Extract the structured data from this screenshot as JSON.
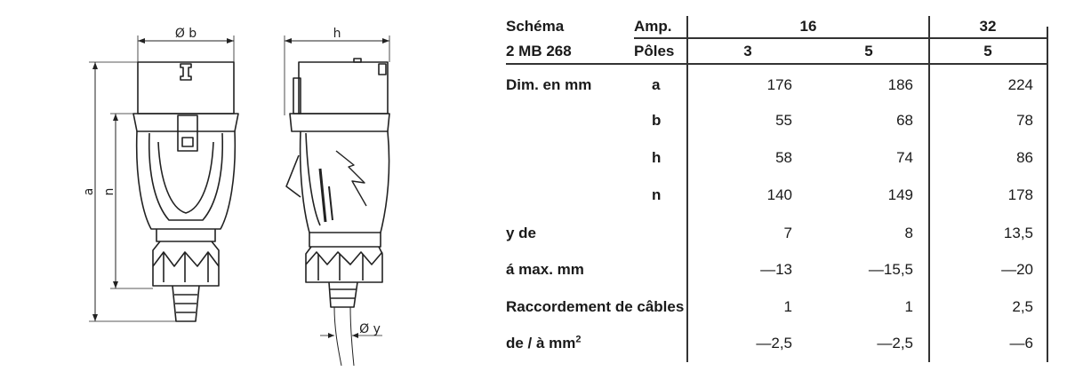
{
  "drawing": {
    "dim_b": "Ø b",
    "dim_h": "h",
    "dim_a": "a",
    "dim_n": "n",
    "dim_y": "Ø y"
  },
  "table": {
    "corner_top": "Schéma",
    "corner_bottom": "2 MB 268",
    "amp_label": "Amp.",
    "poles_label": "Pôles",
    "amp_16": "16",
    "amp_32": "32",
    "poles_16a": "3",
    "poles_16b": "5",
    "poles_32": "5",
    "rows": [
      {
        "label": "Dim. en mm",
        "sub": "a",
        "v1": "176",
        "v2": "186",
        "v3": "224"
      },
      {
        "label": "",
        "sub": "b",
        "v1": "55",
        "v2": "68",
        "v3": "78"
      },
      {
        "label": "",
        "sub": "h",
        "v1": "58",
        "v2": "74",
        "v3": "86"
      },
      {
        "label": "",
        "sub": "n",
        "v1": "140",
        "v2": "149",
        "v3": "178"
      },
      {
        "label": "y de",
        "sub": "",
        "v1": "7",
        "v2": "8",
        "v3": "13,5"
      },
      {
        "label": "á max. mm",
        "sub": "",
        "v1": "—13",
        "v2": "—15,5",
        "v3": "—20"
      },
      {
        "label": "Raccordement de câbles",
        "sub": "",
        "v1": "1",
        "v2": "1",
        "v3": "2,5"
      },
      {
        "label": "de / à mm",
        "sub": "",
        "v1": "—2,5",
        "v2": "—2,5",
        "v3": "—6"
      }
    ],
    "sup_last": "2"
  }
}
